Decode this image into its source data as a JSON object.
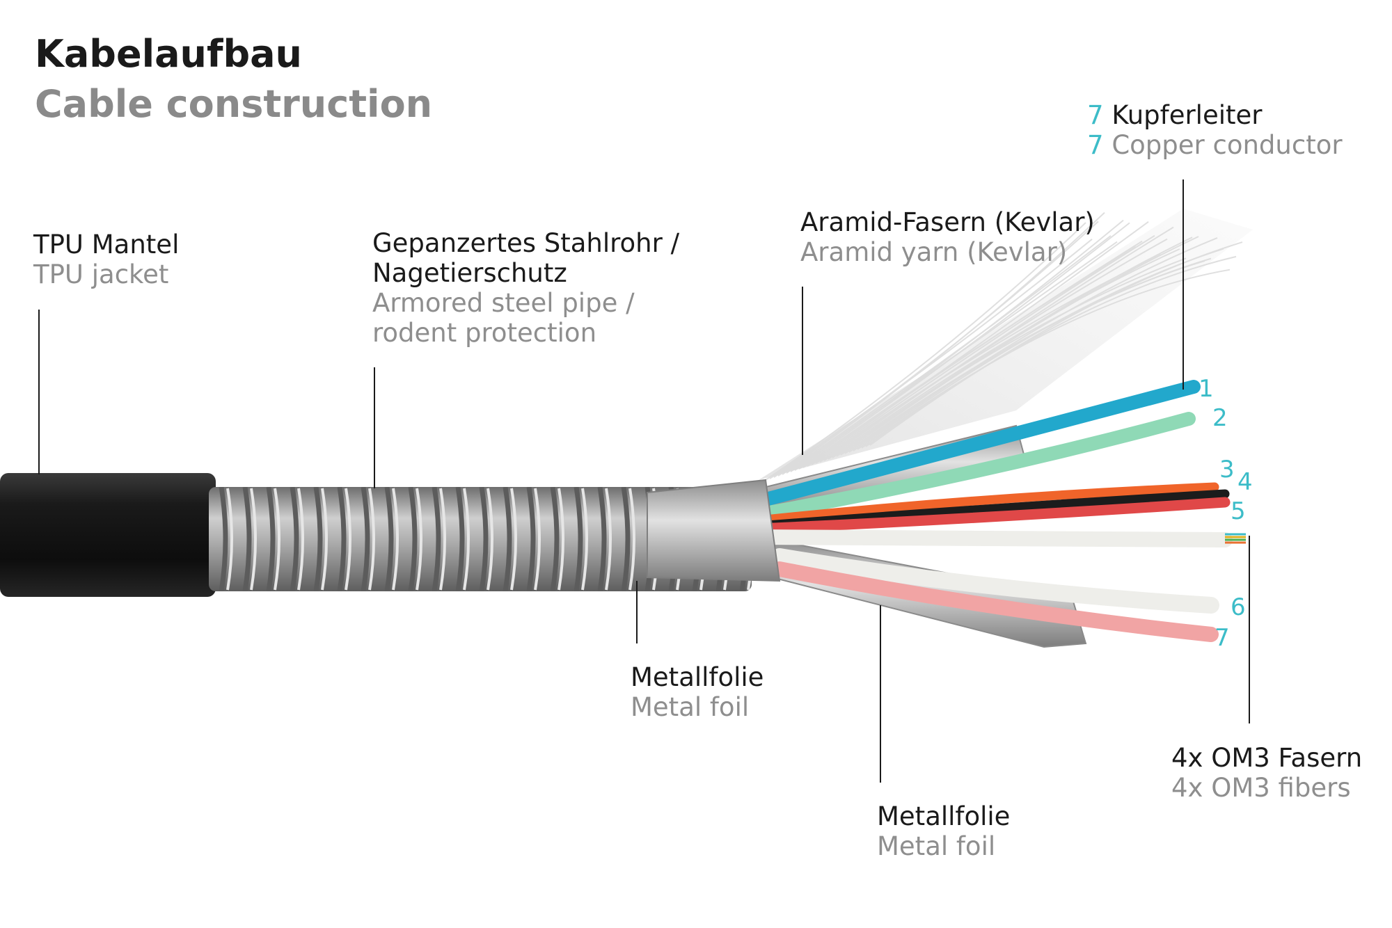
{
  "title": {
    "de": "Kabelaufbau",
    "en": "Cable construction"
  },
  "labels": {
    "tpu": {
      "de": "TPU Mantel",
      "en": "TPU jacket"
    },
    "steel": {
      "de1": "Gepanzertes Stahlrohr /",
      "de2": "Nagetierschutz",
      "en1": "Armored steel pipe /",
      "en2": "rodent protection"
    },
    "aramid": {
      "de": "Aramid-Fasern (Kevlar)",
      "en": "Aramid yarn (Kevlar)"
    },
    "copper": {
      "count": "7",
      "de": "Kupferleiter",
      "en": "Copper conductor"
    },
    "foil_inner": {
      "de": "Metallfolie",
      "en": "Metal foil"
    },
    "foil_outer": {
      "de": "Metallfolie",
      "en": "Metal foil"
    },
    "fibers": {
      "de": "4x OM3 Fasern",
      "en": "4x OM3 fibers"
    }
  },
  "wire_numbers": [
    "1",
    "2",
    "3",
    "4",
    "5",
    "6",
    "7"
  ],
  "colors": {
    "accent": "#3cbcc8",
    "jacket": "#161616",
    "steel": "#a7a7a7",
    "wire_blue": "#22a8cc",
    "wire_green": "#8fd9b6",
    "wire_orange": "#f0642a",
    "wire_black": "#1c1c1c",
    "wire_red": "#e04848",
    "wire_white": "#eeeeea",
    "wire_pink": "#f1a4a4"
  }
}
